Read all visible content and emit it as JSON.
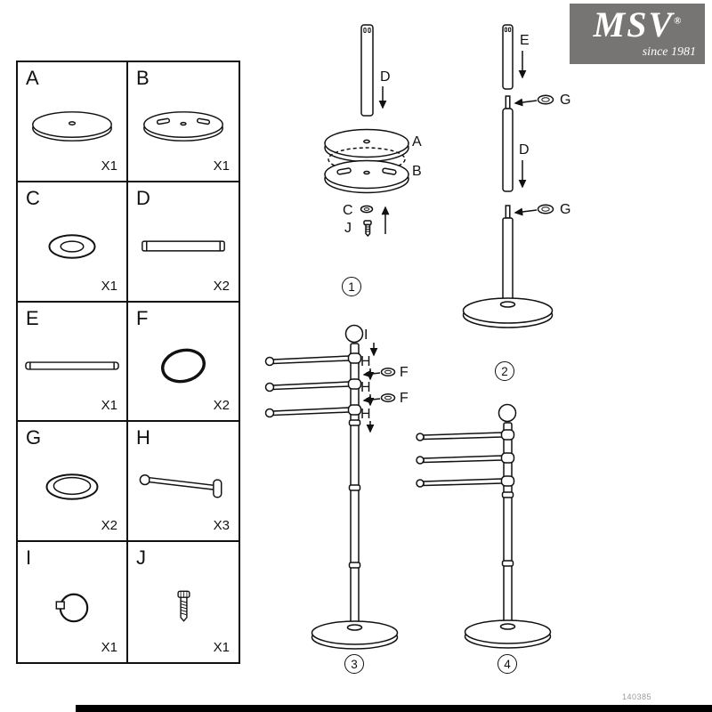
{
  "brand": {
    "name": "MSV",
    "registered": "®",
    "tagline": "since 1981"
  },
  "doc_number": "140385",
  "parts": [
    {
      "id": "A",
      "qty": "X1",
      "icon": "round-base-plate"
    },
    {
      "id": "B",
      "qty": "X1",
      "icon": "mounting-plate-with-slots"
    },
    {
      "id": "C",
      "qty": "X1",
      "icon": "flat-washer-ring"
    },
    {
      "id": "D",
      "qty": "X2",
      "icon": "pole-tube"
    },
    {
      "id": "E",
      "qty": "X1",
      "icon": "long-thin-tube"
    },
    {
      "id": "F",
      "qty": "X2",
      "icon": "o-ring"
    },
    {
      "id": "G",
      "qty": "X2",
      "icon": "trim-ring"
    },
    {
      "id": "H",
      "qty": "X3",
      "icon": "swivel-arm"
    },
    {
      "id": "I",
      "qty": "X1",
      "icon": "top-ball-ring"
    },
    {
      "id": "J",
      "qty": "X1",
      "icon": "screw"
    }
  ],
  "steps": [
    {
      "number": "1",
      "labels": [
        "D",
        "A",
        "B",
        "C",
        "J"
      ]
    },
    {
      "number": "2",
      "labels": [
        "E",
        "G",
        "D",
        "G"
      ]
    },
    {
      "number": "3",
      "labels": [
        "I",
        "H",
        "F",
        "H",
        "F",
        "H"
      ]
    },
    {
      "number": "4",
      "labels": []
    }
  ]
}
